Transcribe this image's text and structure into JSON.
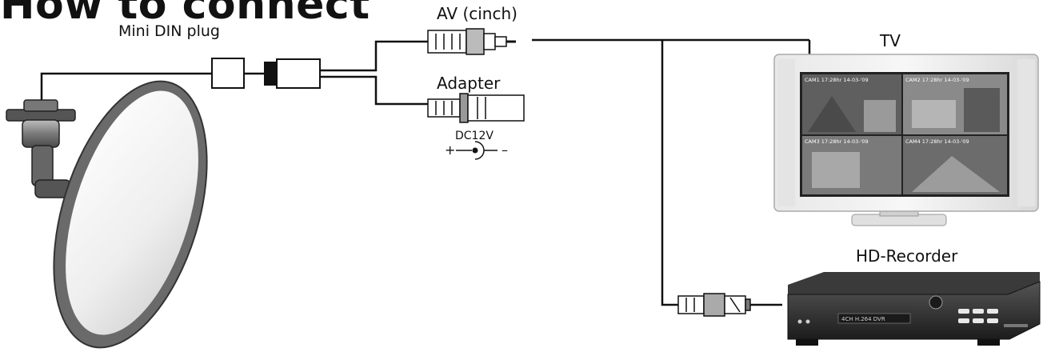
{
  "title": "How to connect",
  "labels": {
    "mini_din": "Mini DIN plug",
    "av": "AV (cinch)",
    "adapter": "Adapter",
    "dc": "DC12V",
    "polarity_plus": "+",
    "polarity_minus": "–",
    "tv": "TV",
    "recorder": "HD-Recorder"
  },
  "tv_screen": {
    "cam1": "CAM1 17:28hr 14-03-'09",
    "cam2": "CAM2 17:28hr 14-03-'09",
    "cam3": "CAM3 17:28hr 14-03-'09",
    "cam4": "CAM4 17:28hr 14-03-'09"
  },
  "recorder_face": {
    "model": "4CH H.264 DVR"
  },
  "colors": {
    "cable": "#111111",
    "device_dark": "#2a2a2a",
    "mirror_rim": "#6a6a6a",
    "mirror_face": "#f2f2f2"
  }
}
